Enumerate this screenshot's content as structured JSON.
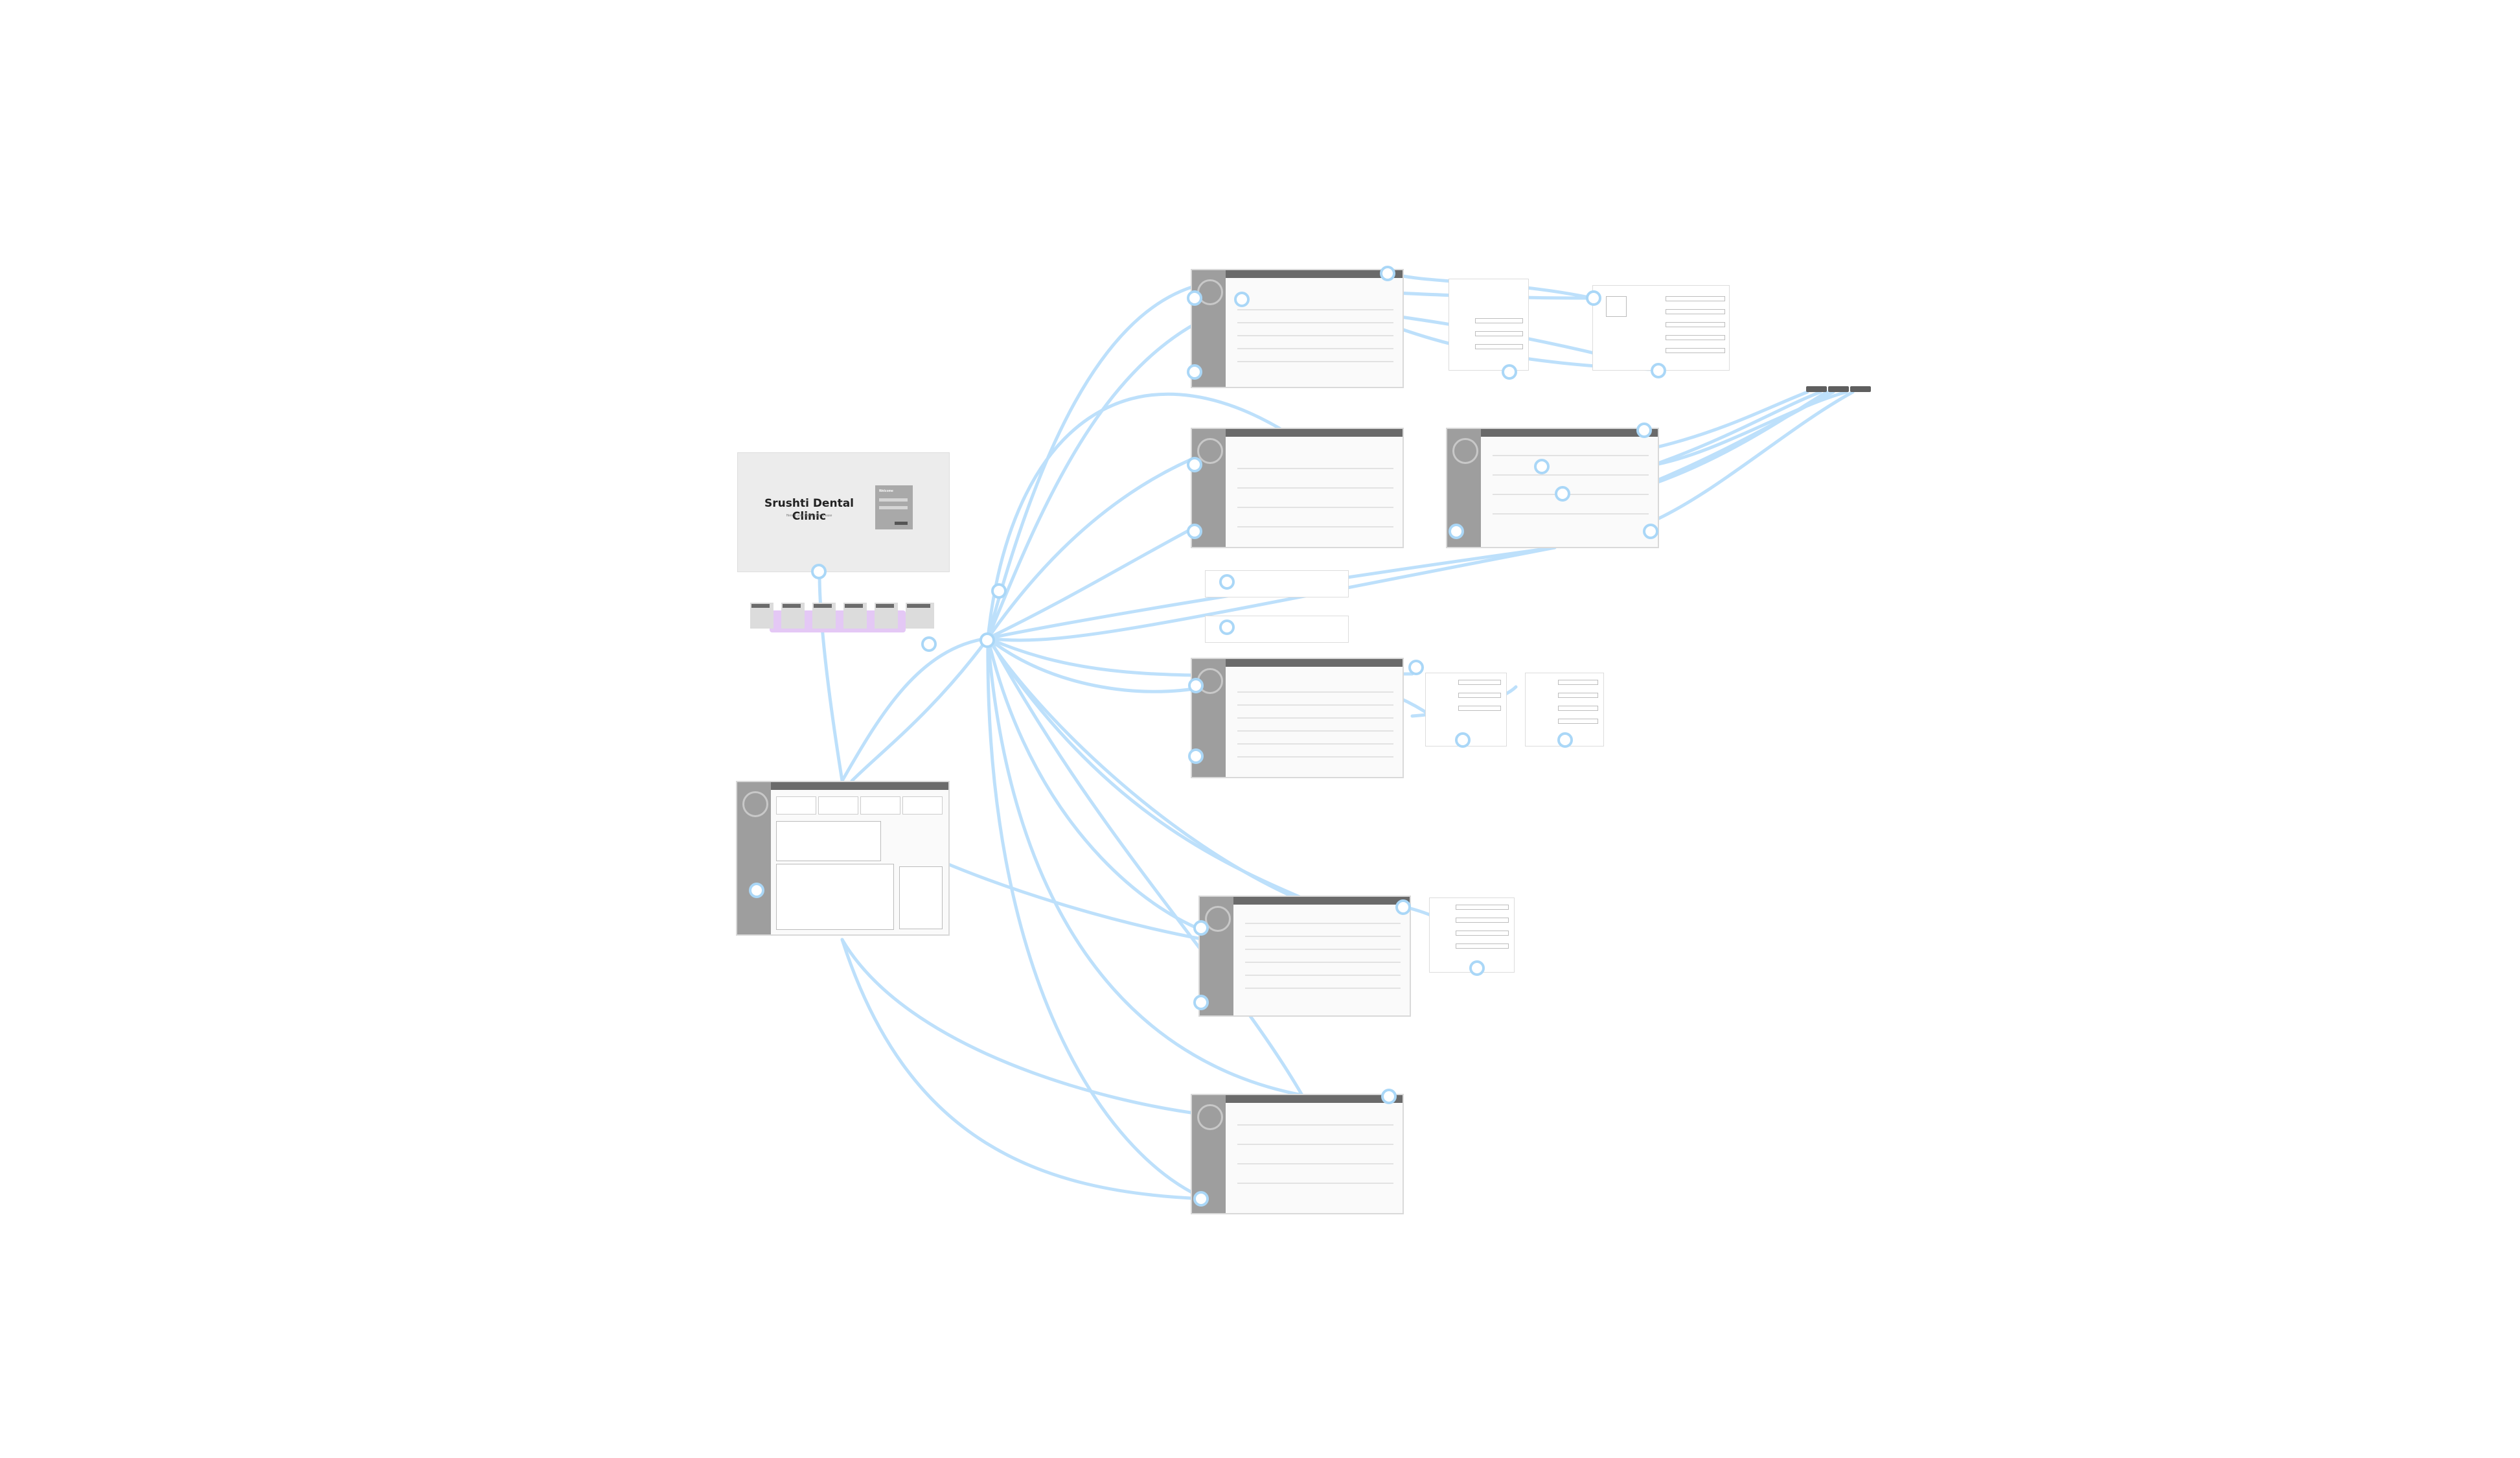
{
  "login_screen": {
    "title": "Srushti Dental Clinic",
    "subtitle": "Here is your dental care at ease",
    "card_title": "Welcome"
  },
  "colors": {
    "connector": "#bde0fb",
    "handle_border": "#aad7f7",
    "sidebar": "#9e9e9e",
    "topbar": "#6a6a6a",
    "selection": "#e4c8f5"
  }
}
